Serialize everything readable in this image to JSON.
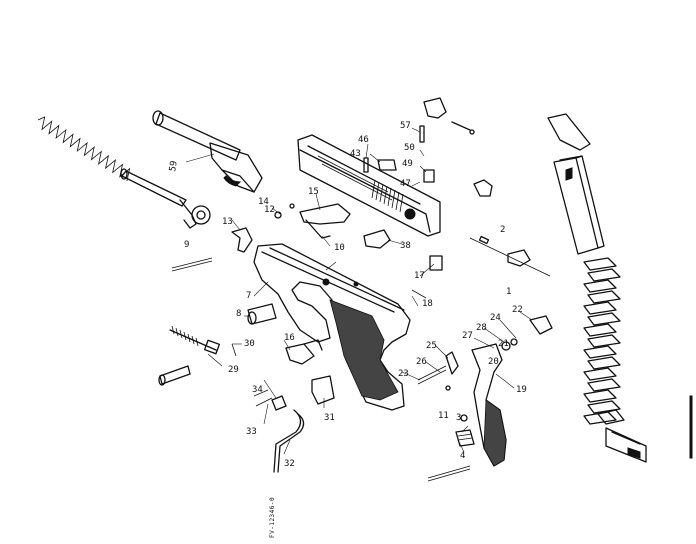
{
  "diagram": {
    "callouts": [
      "59",
      "14",
      "12",
      "13",
      "9",
      "15",
      "10",
      "46",
      "43",
      "57",
      "50",
      "49",
      "47",
      "38",
      "17",
      "18",
      "8",
      "7",
      "16",
      "30",
      "29",
      "34",
      "31",
      "33",
      "32",
      "25",
      "26",
      "23",
      "28",
      "27",
      "24",
      "22",
      "21",
      "19",
      "20",
      "3",
      "4",
      "11",
      "1",
      "2"
    ],
    "vertical_text": "FV-12346-0"
  }
}
